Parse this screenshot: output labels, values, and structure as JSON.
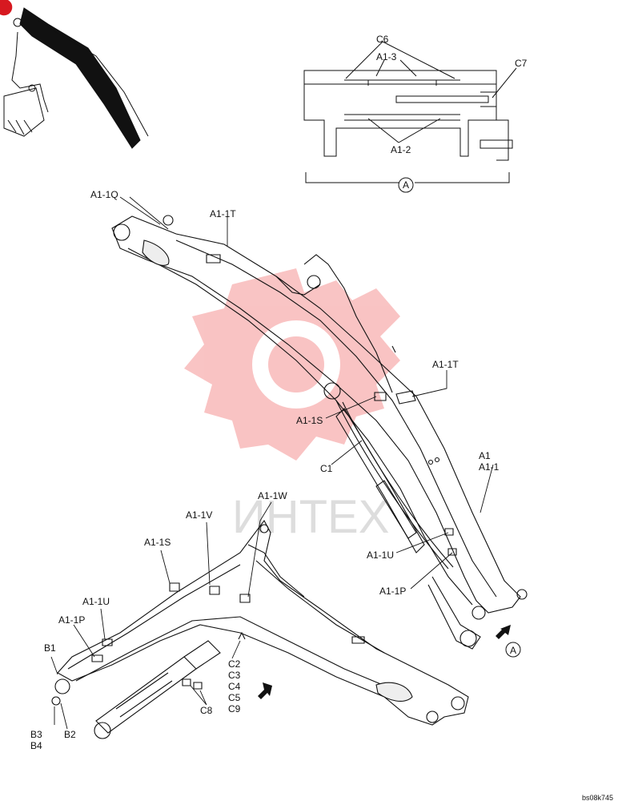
{
  "labels": {
    "c6": "C6",
    "a1_3": "A1-3",
    "c7": "C7",
    "a1_2": "A1-2",
    "view_a_top": "A",
    "a1_1q": "A1-1Q",
    "a1_1t_top": "A1-1T",
    "a1_1t_right": "A1-1T",
    "a1_1s_right": "A1-1S",
    "c1": "C1",
    "a1": "A1",
    "a1_1": "A1-1",
    "a1_1w": "A1-1W",
    "a1_1v": "A1-1V",
    "a1_1s_left": "A1-1S",
    "a1_1u_right": "A1-1U",
    "a1_1p_right": "A1-1P",
    "a1_1u_left": "A1-1U",
    "a1_1p_left": "A1-1P",
    "b1": "B1",
    "view_a_bottom": "A",
    "c_stack": [
      "C2",
      "C3",
      "C4",
      "C5",
      "C9"
    ],
    "c8": "C8",
    "b3_b4": [
      "B3",
      "B4"
    ],
    "b2": "B2",
    "watermark": "ИНТЕХ",
    "ref_code": "bs08k745"
  },
  "colors": {
    "line": "#111111",
    "watermark": "#f4a6a6",
    "watermark_text": "#d8d8d8",
    "marker": "#d71920"
  }
}
